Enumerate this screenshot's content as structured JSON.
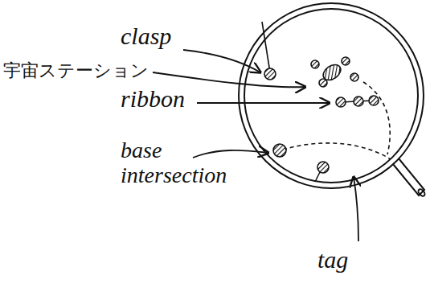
{
  "diagram": {
    "labels": [
      "clasp",
      "宇宙ステーション",
      "ribbon",
      "base intersection",
      "tag"
    ]
  }
}
